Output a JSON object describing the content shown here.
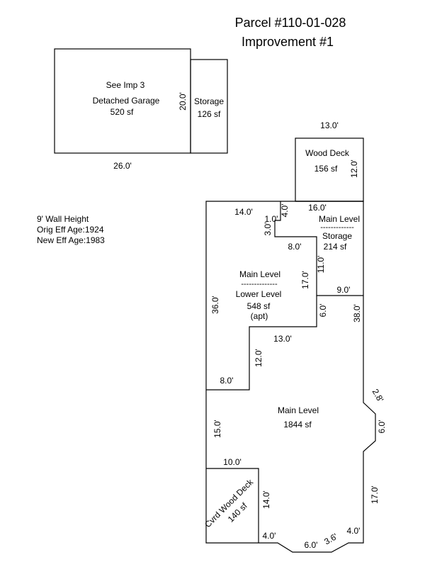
{
  "title": {
    "parcel": "Parcel #110-01-028",
    "improvement": "Improvement #1"
  },
  "notes": {
    "wall_height": "9' Wall Height",
    "orig_eff_age": "Orig Eff Age:1924",
    "new_eff_age": "New Eff Age:1983"
  },
  "areas": {
    "garage_ref": "See Imp 3",
    "garage_name": "Detached Garage",
    "garage_sf": "520 sf",
    "storage_top_name": "Storage",
    "storage_top_sf": "126 sf",
    "deck_name": "Wood Deck",
    "deck_sf": "156 sf",
    "ml_storage_main": "Main Level",
    "ml_storage_sep": "-------------",
    "ml_storage_name": "Storage",
    "ml_storage_sf": "214 sf",
    "lower_main": "Main Level",
    "lower_sep": "--------------",
    "lower_name": "Lower Level",
    "lower_sf": "548 sf",
    "lower_apt": "(apt)",
    "main_name": "Main Level",
    "main_sf": "1844 sf",
    "cvrd_deck_name": "Cvrd Wood Deck",
    "cvrd_deck_sf": "140 sf"
  },
  "dimensions": {
    "garage_w": "26.0'",
    "garage_h": "20.0'",
    "deck_w": "13.0'",
    "deck_h": "12.0'",
    "top_14": "14.0'",
    "top_1": "1.0'",
    "top_4": "4.0'",
    "top_16": "16.0'",
    "step_3": "3.0'",
    "step_8": "8.0'",
    "step_11": "11.0'",
    "step_17": "17.0'",
    "step_9": "9.0'",
    "step_6": "6.0'",
    "left_36": "36.0'",
    "right_38": "38.0'",
    "mid_13": "13.0'",
    "mid_12": "12.0'",
    "left_8": "8.0'",
    "angle_28": "2.8'",
    "right_6": "6.0'",
    "left_15": "15.0'",
    "cvrd_10": "10.0'",
    "cvrd_14": "14.0'",
    "right_17": "17.0'",
    "bot_4a": "4.0'",
    "bot_6": "6.0'",
    "bot_36": "3.6'",
    "bot_4b": "4.0'"
  }
}
